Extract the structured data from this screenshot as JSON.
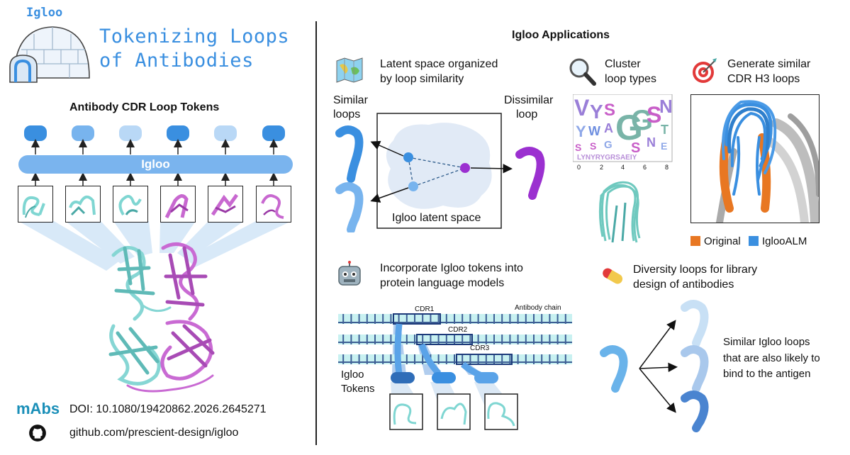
{
  "left": {
    "logo_word": "Igloo",
    "title_line1": "Tokenizing Loops",
    "title_line2": "of Antibodies",
    "section_title": "Antibody CDR Loop Tokens",
    "igloo_bar_label": "Igloo",
    "token_colors": [
      "#3a8fe0",
      "#78b4ee",
      "#b9d8f6",
      "#3a8fe0",
      "#b9d8f6",
      "#3a8fe0"
    ],
    "mabs_logo": "mAbs",
    "doi": "DOI: 10.1080/19420862.2026.2645271",
    "github": "github.com/prescient-design/igloo"
  },
  "right": {
    "header": "Igloo Applications",
    "latent": {
      "title_line1": "Latent space organized",
      "title_line2": "by loop similarity",
      "similar_line1": "Similar",
      "similar_line2": "loops",
      "dissimilar_line1": "Dissimilar",
      "dissimilar_line2": "loop",
      "space_label": "Igloo latent space"
    },
    "cluster": {
      "title_line1": "Cluster",
      "title_line2": "loop types",
      "axis_ticks": [
        "0",
        "2",
        "4",
        "6",
        "8"
      ]
    },
    "generate": {
      "title_line1": "Generate similar",
      "title_line2": "CDR H3 loops",
      "legend_original": "Original",
      "legend_ialm": "IglooALM",
      "color_original": "#e87722",
      "color_ialm": "#3a8fe0"
    },
    "plm": {
      "title_line1": "Incorporate Igloo tokens into",
      "title_line2": "protein language models",
      "chain_label": "Antibody chain",
      "cdr1": "CDR1",
      "cdr2": "CDR2",
      "cdr3": "CDR3",
      "tokens_line1": "Igloo",
      "tokens_line2": "Tokens"
    },
    "diversity": {
      "title_line1": "Diversity loops for library",
      "title_line2": "design of antibodies",
      "caption_line1": "Similar Igloo loops",
      "caption_line2": "that are also likely to",
      "caption_line3": "bind to the antigen"
    }
  }
}
